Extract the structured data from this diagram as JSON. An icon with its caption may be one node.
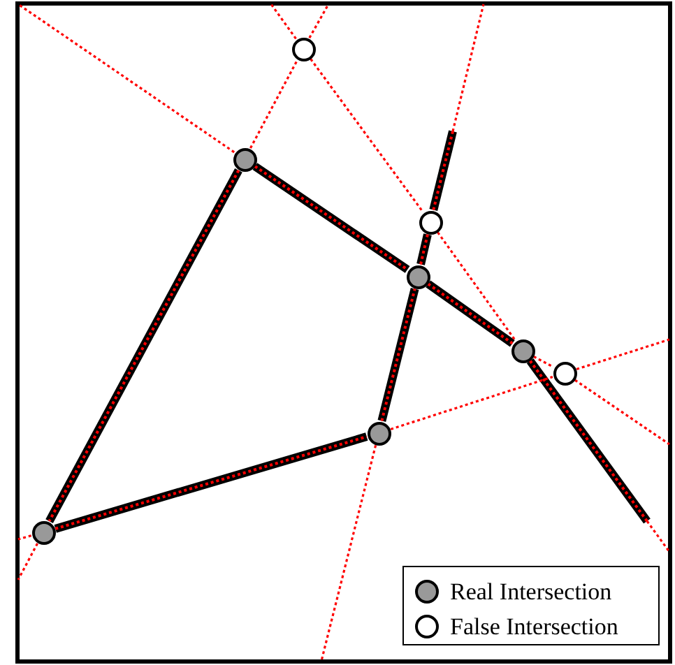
{
  "diagram": {
    "nodes": [
      {
        "text": [],
        "shape": "circle"
      },
      {
        "text": [],
        "shape": "circle"
      },
      {
        "text": [],
        "shape": "circle"
      },
      {
        "text": [],
        "shape": "circle"
      },
      {
        "text": [],
        "shape": "circle"
      },
      {
        "text": [],
        "shape": "circle"
      },
      {
        "text": [],
        "shape": "circle"
      },
      {
        "text": [],
        "shape": "circle"
      }
    ],
    "edges": [
      {
        "from": 1,
        "to": 7,
        "arrow": "none",
        "style": "thick",
        "color": "#000000"
      },
      {
        "from": 1,
        "to": 3,
        "arrow": "none",
        "style": "thick",
        "color": "#000000"
      },
      {
        "from": 3,
        "to": 4,
        "arrow": "none",
        "style": "thick",
        "color": "#000000"
      },
      {
        "from": 4,
        "to": null,
        "arrow": "none",
        "style": "thick",
        "color": "#000000"
      },
      {
        "from": 3,
        "to": 2,
        "arrow": "none",
        "style": "thick",
        "color": "#000000"
      },
      {
        "from": 2,
        "to": null,
        "arrow": "none",
        "style": "thick",
        "color": "#000000"
      },
      {
        "from": 6,
        "to": 3,
        "arrow": "none",
        "style": "thick",
        "color": "#000000"
      },
      {
        "from": 7,
        "to": 6,
        "arrow": "none",
        "style": "thick",
        "color": "#000000"
      },
      {
        "from": 1,
        "to": 0,
        "arrow": "none",
        "style": "dashed"
      },
      {
        "from": 0,
        "to": null,
        "arrow": "none",
        "style": "dashed"
      },
      {
        "from": 1,
        "to": null,
        "arrow": "none",
        "style": "dashed"
      },
      {
        "from": 0,
        "to": 2,
        "arrow": "none",
        "style": "dashed"
      },
      {
        "from": 0,
        "to": null,
        "arrow": "none",
        "style": "dashed"
      },
      {
        "from": 2,
        "to": 4,
        "arrow": "none",
        "style": "dashed"
      },
      {
        "from": 4,
        "to": 5,
        "arrow": "none",
        "style": "dashed"
      },
      {
        "from": 5,
        "to": null,
        "arrow": "none",
        "style": "dashed"
      },
      {
        "from": 6,
        "to": 5,
        "arrow": "none",
        "style": "dashed"
      },
      {
        "from": 5,
        "to": null,
        "arrow": "none",
        "style": "dashed"
      },
      {
        "from": 7,
        "to": null,
        "arrow": "none",
        "style": "dashed"
      },
      {
        "from": 7,
        "to": null,
        "arrow": "none",
        "style": "dashed"
      },
      {
        "from": 6,
        "to": null,
        "arrow": "none",
        "style": "dashed"
      }
    ],
    "legend": [
      {
        "text": "Real Intersection"
      },
      {
        "text": "False Intersection"
      }
    ]
  }
}
